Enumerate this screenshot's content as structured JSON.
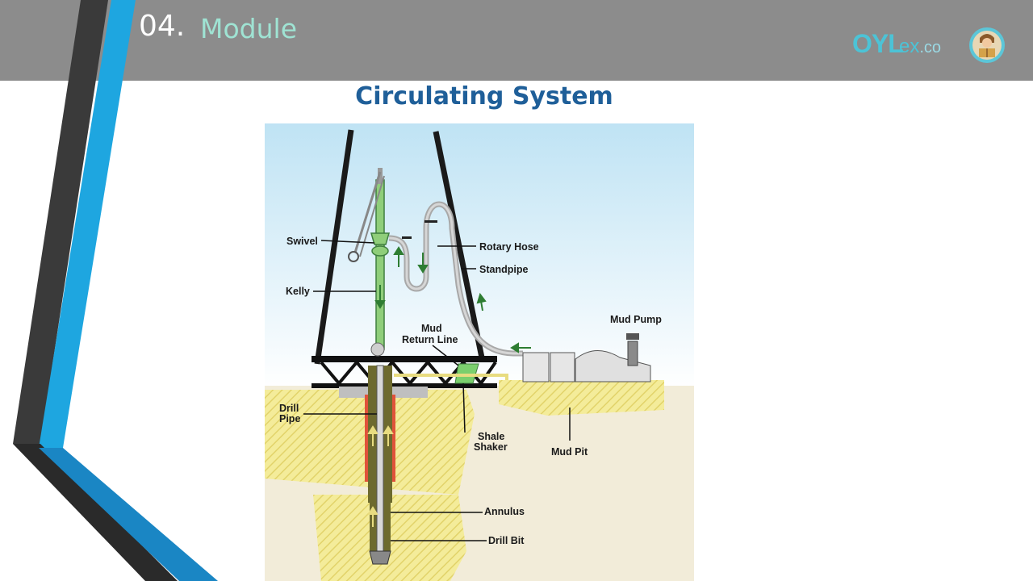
{
  "header": {
    "module_number": "04.",
    "module_label": "Module",
    "logo_main": "OYL",
    "logo_sub": "ex",
    "logo_co": ".co"
  },
  "slide": {
    "title": "Circulating System"
  },
  "diagram": {
    "labels": {
      "swivel": "Swivel",
      "kelly": "Kelly",
      "rotary_hose": "Rotary Hose",
      "standpipe": "Standpipe",
      "mud_line1": "Mud",
      "mud_line2": "Return Line",
      "mud_pump": "Mud Pump",
      "drill_pipe1": "Drill",
      "drill_pipe2": "Pipe",
      "shale1": "Shale",
      "shale2": "Shaker",
      "mud_pit": "Mud Pit",
      "annulus": "Annulus",
      "drill_bit": "Drill Bit"
    }
  },
  "colors": {
    "header_bg": "#8c8c8c",
    "accent_blue": "#1ea6e0",
    "title_blue": "#1f5f99",
    "module_label": "#9fe3d3",
    "logo": "#4cc3d6"
  }
}
